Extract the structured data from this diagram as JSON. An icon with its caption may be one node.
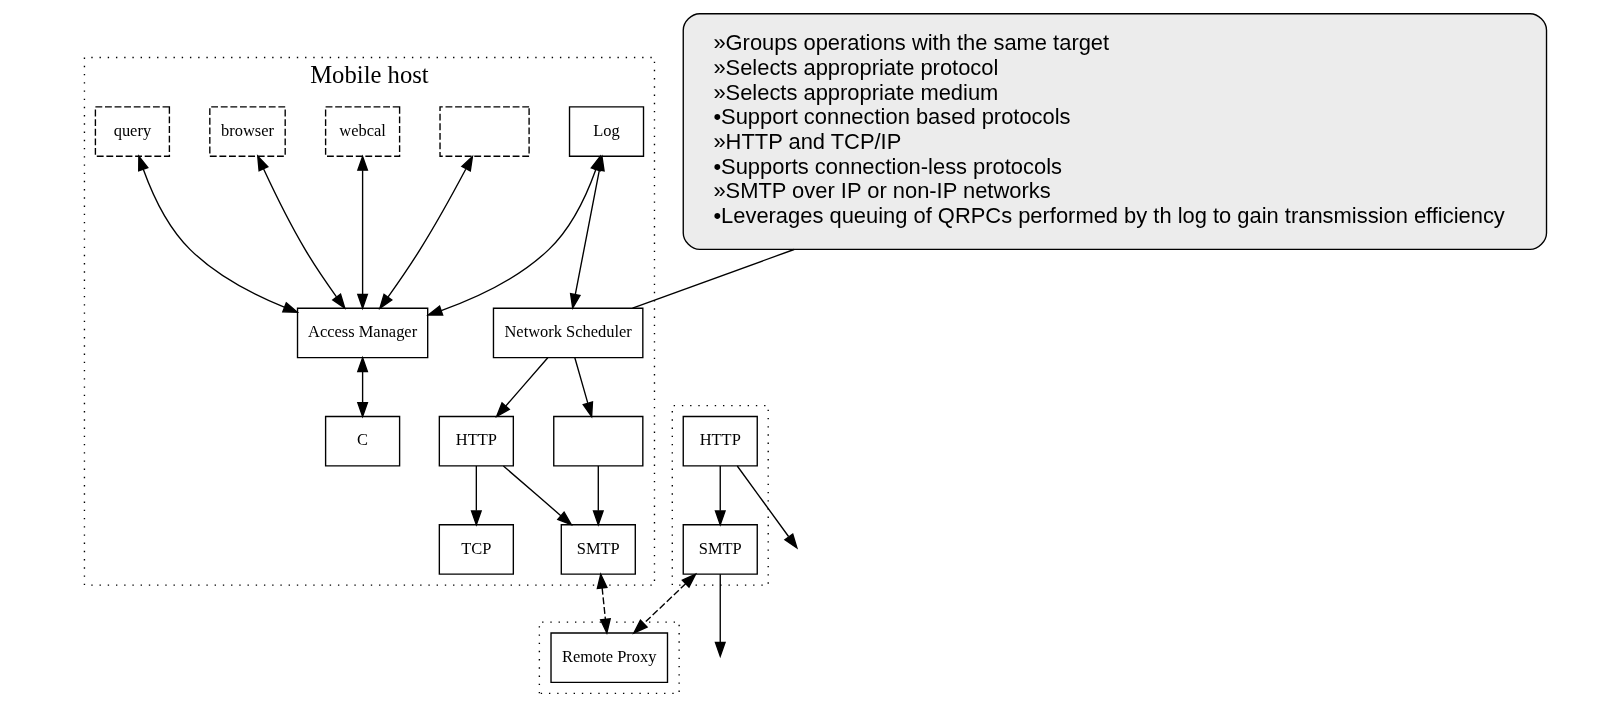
{
  "diagram": {
    "nodes": [
      {
        "text": [
          "Mobile host"
        ]
      },
      {
        "text": [],
        "shape": "box",
        "in": 0
      },
      {
        "text": [
          "webcal"
        ],
        "in": 0
      },
      {
        "text": [
          "browser"
        ],
        "in": 0
      },
      {
        "text": [
          "query"
        ],
        "in": 0
      },
      {
        "text": [
          "Log"
        ],
        "in": 0
      },
      {
        "text": [
          "Access Manager"
        ],
        "in": 0
      },
      {
        "text": [
          "C"
        ],
        "in": 0
      },
      {
        "text": [
          "Network Scheduler"
        ],
        "in": 0
      },
      {
        "text": [],
        "shape": "box",
        "in": 0
      },
      {
        "text": [
          "TCP"
        ],
        "in": 0
      },
      {
        "text": [
          "HTTP"
        ],
        "in": 0
      },
      {
        "text": [
          "SMTP"
        ],
        "in": 0
      },
      {
        "text": [],
        "shape": "box"
      },
      {
        "text": [
          "Remote Proxy"
        ],
        "in": 13
      },
      {
        "text": [],
        "shape": "box"
      },
      {
        "text": [
          "SMTP"
        ],
        "in": 15
      },
      {
        "text": [
          "HTTP"
        ],
        "in": 15
      },
      {
        "text": [
          "»Groups operations with the same target",
          "»Selects appropriate protocol",
          "»Selects appropriate medium",
          "•Support connection based protocols",
          "»HTTP and TCP/IP",
          "•Supports connection-less protocols",
          "»SMTP over IP or non-IP networks",
          "•Leverages queuing of QRPCs performed by th log to gain transmission efficiency"
        ]
      }
    ],
    "edges": [
      {
        "from": 1,
        "to": 6,
        "arrow": "both"
      },
      {
        "from": 2,
        "to": 6,
        "arrow": "both"
      },
      {
        "from": 3,
        "to": 6,
        "arrow": "both"
      },
      {
        "from": 4,
        "to": 6,
        "arrow": "both"
      },
      {
        "from": 5,
        "to": 6,
        "arrow": "both"
      },
      {
        "from": 6,
        "to": 7,
        "arrow": "both"
      },
      {
        "from": 5,
        "to": 8,
        "arrow": "both"
      },
      {
        "from": 8,
        "to": 9,
        "arrow": "to"
      },
      {
        "from": 8,
        "to": 11,
        "arrow": "to"
      },
      {
        "from": 9,
        "to": 12,
        "arrow": "to"
      },
      {
        "from": 11,
        "to": 10,
        "arrow": "to"
      },
      {
        "from": 11,
        "to": 12,
        "arrow": "to"
      },
      {
        "from": 12,
        "to": 14,
        "arrow": "both",
        "style": "dashed"
      },
      {
        "from": 16,
        "to": 14,
        "arrow": "both",
        "style": "dashed"
      },
      {
        "from": 17,
        "to": 16,
        "arrow": "to"
      },
      {
        "from": 16,
        "to": null,
        "arrow": "to"
      },
      {
        "from": 17,
        "to": null,
        "arrow": "to"
      },
      {
        "from": 18,
        "to": 8,
        "arrow": "none"
      }
    ]
  }
}
